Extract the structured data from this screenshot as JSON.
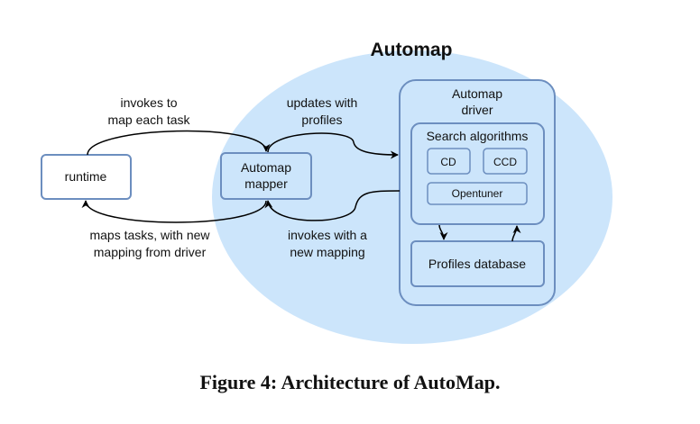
{
  "diagram": {
    "title": "Automap",
    "nodes": {
      "runtime": "runtime",
      "mapper_line1": "Automap",
      "mapper_line2": "mapper",
      "driver_line1": "Automap",
      "driver_line2": "driver",
      "search_algorithms": "Search algorithms",
      "cd": "CD",
      "ccd": "CCD",
      "opentuner": "Opentuner",
      "profiles_database": "Profiles database"
    },
    "edges": {
      "invokes_line1": "invokes to",
      "invokes_line2": "map each task",
      "maps_line1": "maps tasks, with new",
      "maps_line2": "mapping from driver",
      "updates_line1": "updates with",
      "updates_line2": "profiles",
      "invokes_new_line1": "invokes with a",
      "invokes_new_line2": "new mapping"
    },
    "colors": {
      "ellipse_fill": "#cce5fb",
      "box_stroke": "#6c8ebf",
      "box_fill": "#ffffff",
      "arrow": "#000000"
    }
  },
  "caption": "Figure 4: Architecture of AutoMap."
}
